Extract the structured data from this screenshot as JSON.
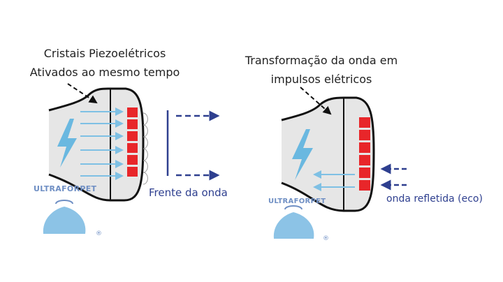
{
  "left_panel": {
    "title_line1": "Cristais Piezoelétricos",
    "title_line2": "Ativados ao mesmo tempo",
    "wave_label": "Frente da onda",
    "logo_text": "ULTRAFORPET",
    "registered_mark": "®"
  },
  "right_panel": {
    "title_line1": "Transformação da onda em",
    "title_line2": "impulsos elétricos",
    "echo_label": "onda refletida (eco)",
    "logo_text": "ULTRAFORPET",
    "registered_mark": "®"
  },
  "colors": {
    "crystal": "#e8262a",
    "arrow_light": "#7ec0e4",
    "arrow_dark": "#2e3f8f",
    "body": "#e6e6e6",
    "bolt": "#6ab8e0"
  }
}
